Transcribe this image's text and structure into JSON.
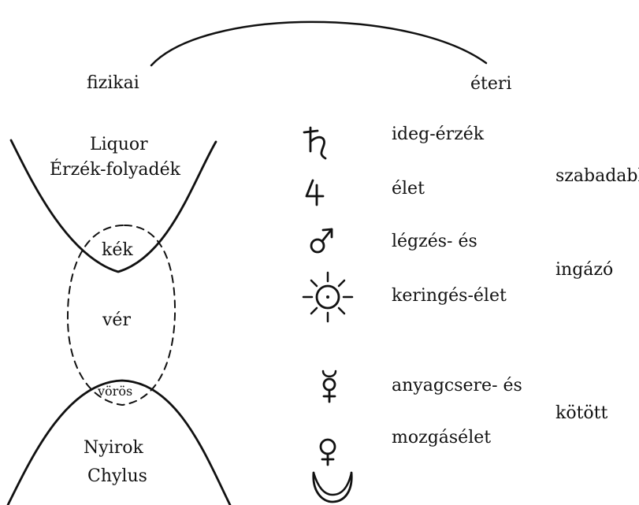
{
  "top": {
    "left_label": "fizikai",
    "right_label": "éteri"
  },
  "left": {
    "upper_labels": [
      "Liquor",
      "Érzék-folyadék"
    ],
    "blue_label": "kék",
    "blood_label": "vér",
    "red_label": "vörös",
    "lower_labels": [
      "Nyirok",
      "Chylus"
    ]
  },
  "planets": [
    {
      "symbol": "saturn-icon",
      "label": "ideg-érzék"
    },
    {
      "symbol": "jupiter-icon",
      "label": "élet"
    },
    {
      "symbol": "mars-icon",
      "label": "légzés- és"
    },
    {
      "symbol": "sun-icon",
      "label": "keringés-élet"
    },
    {
      "symbol": "mercury-icon",
      "label": "anyagcsere- és"
    },
    {
      "symbol": "venus-icon",
      "label": "mozgásélet"
    },
    {
      "symbol": "moon-icon",
      "label": ""
    }
  ],
  "right_side": [
    "szabadabb",
    "ingázó",
    "kötött"
  ]
}
